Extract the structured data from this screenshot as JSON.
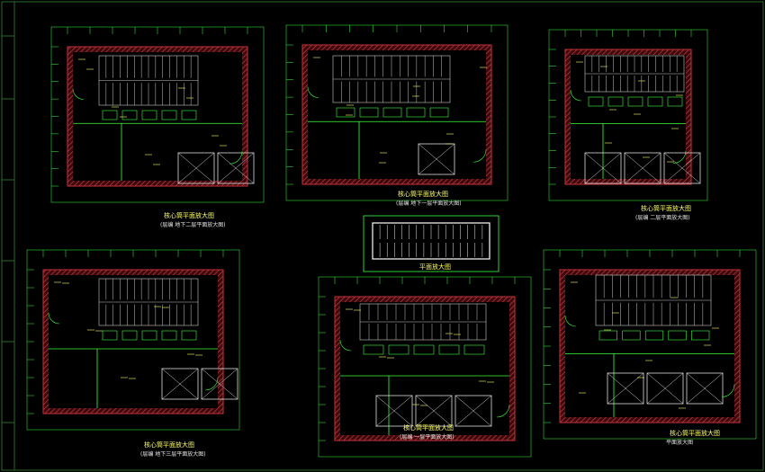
{
  "sheet": {
    "background": "#000000",
    "colors": {
      "wall": "#c8323c",
      "line": "#3cff3c",
      "stair": "#c8c8c8",
      "text": "#ffff66",
      "elevator": "#dcdcdc",
      "border": "#2a6a2a"
    }
  },
  "plans": [
    {
      "id": "plan-top-left",
      "title": "核心筒平面放大图",
      "subtitle": "(层编  地下二层平面放大图)"
    },
    {
      "id": "plan-top-mid",
      "title": "核心筒平面放大图",
      "subtitle": "(层编  地下一层平面放大图)"
    },
    {
      "id": "plan-top-right",
      "title": "核心筒平面放大图",
      "subtitle": "(层编  二层平面放大图)"
    },
    {
      "id": "plan-center",
      "title": "",
      "subtitle": "平面放大图"
    },
    {
      "id": "plan-bot-left",
      "title": "核心筒平面放大图",
      "subtitle": "(层编  地下三层平面放大图)"
    },
    {
      "id": "plan-bot-mid",
      "title": "核心筒平面放大图",
      "subtitle": "(层编  一层平面放大图)"
    },
    {
      "id": "plan-bot-right",
      "title": "核心筒平面放大图",
      "subtitle": "平面放大图"
    }
  ],
  "annotations": {
    "elev_mark": "-4.60",
    "note_top_right": "(层编  二层平面放大图)"
  }
}
